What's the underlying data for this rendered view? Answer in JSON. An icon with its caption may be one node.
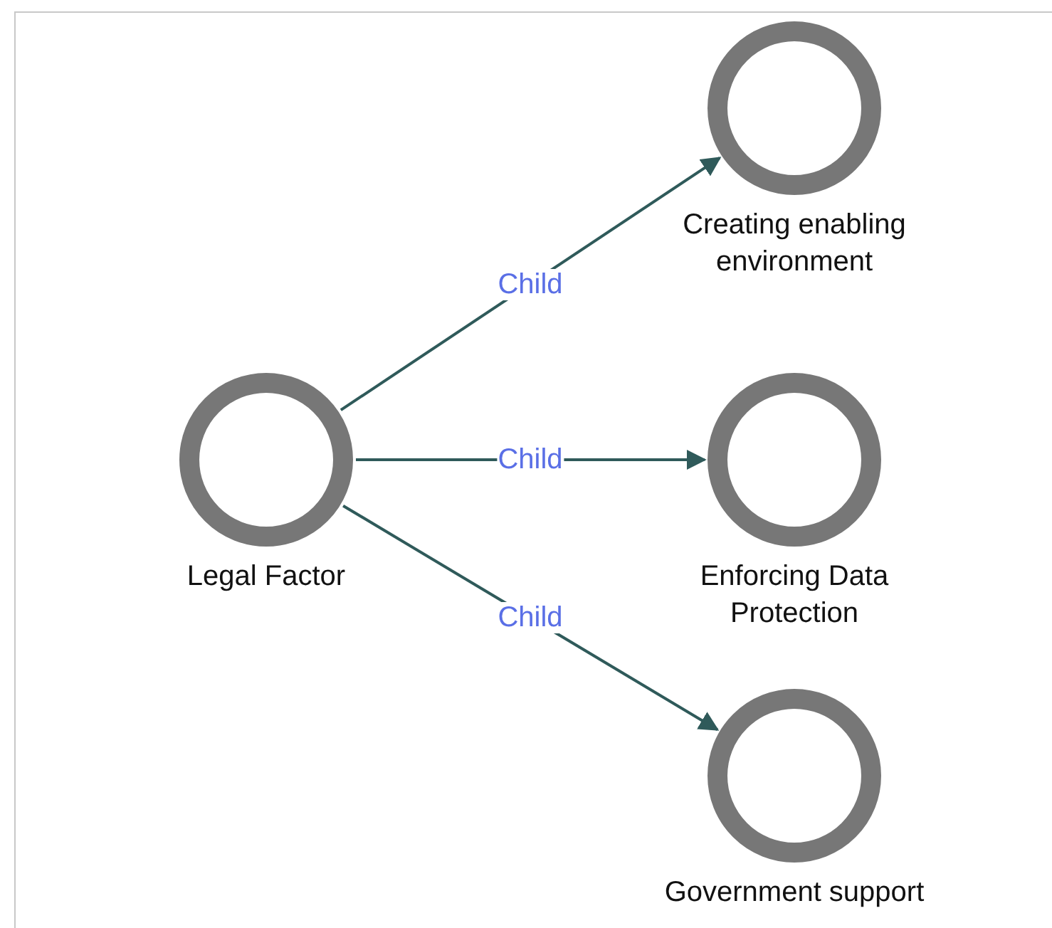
{
  "diagram": {
    "nodes": [
      {
        "text": [
          "Legal Factor"
        ]
      },
      {
        "text": [
          "Creating enabling environment"
        ]
      },
      {
        "text": [
          "Enforcing Data Protection"
        ]
      },
      {
        "text": [
          "Government support"
        ]
      }
    ],
    "edges": [
      {
        "from": 0,
        "to": 1,
        "arrow": "to",
        "label": "Child"
      },
      {
        "from": 0,
        "to": 2,
        "arrow": "to",
        "label": "Child"
      },
      {
        "from": 0,
        "to": 3,
        "arrow": "to",
        "label": "Child"
      }
    ]
  }
}
